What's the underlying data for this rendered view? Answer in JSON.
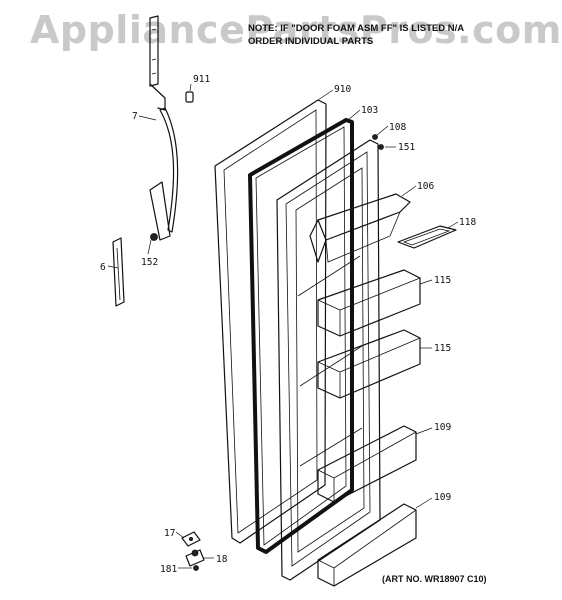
{
  "watermark": "AppliancePartsPros.com",
  "note": {
    "line1": "NOTE: IF \"DOOR FOAM ASM FF\" IS LISTED N/A",
    "line2": "ORDER INDIVIDUAL PARTS"
  },
  "art_no": "(ART NO. WR18907 C10)",
  "callouts": {
    "p911": "911",
    "p910": "910",
    "p103": "103",
    "p108": "108",
    "p151": "151",
    "p7": "7",
    "p106": "106",
    "p118": "118",
    "p6": "6",
    "p152": "152",
    "p115a": "115",
    "p115b": "115",
    "p109a": "109",
    "p109b": "109",
    "p17": "17",
    "p18": "18",
    "p181": "181"
  }
}
